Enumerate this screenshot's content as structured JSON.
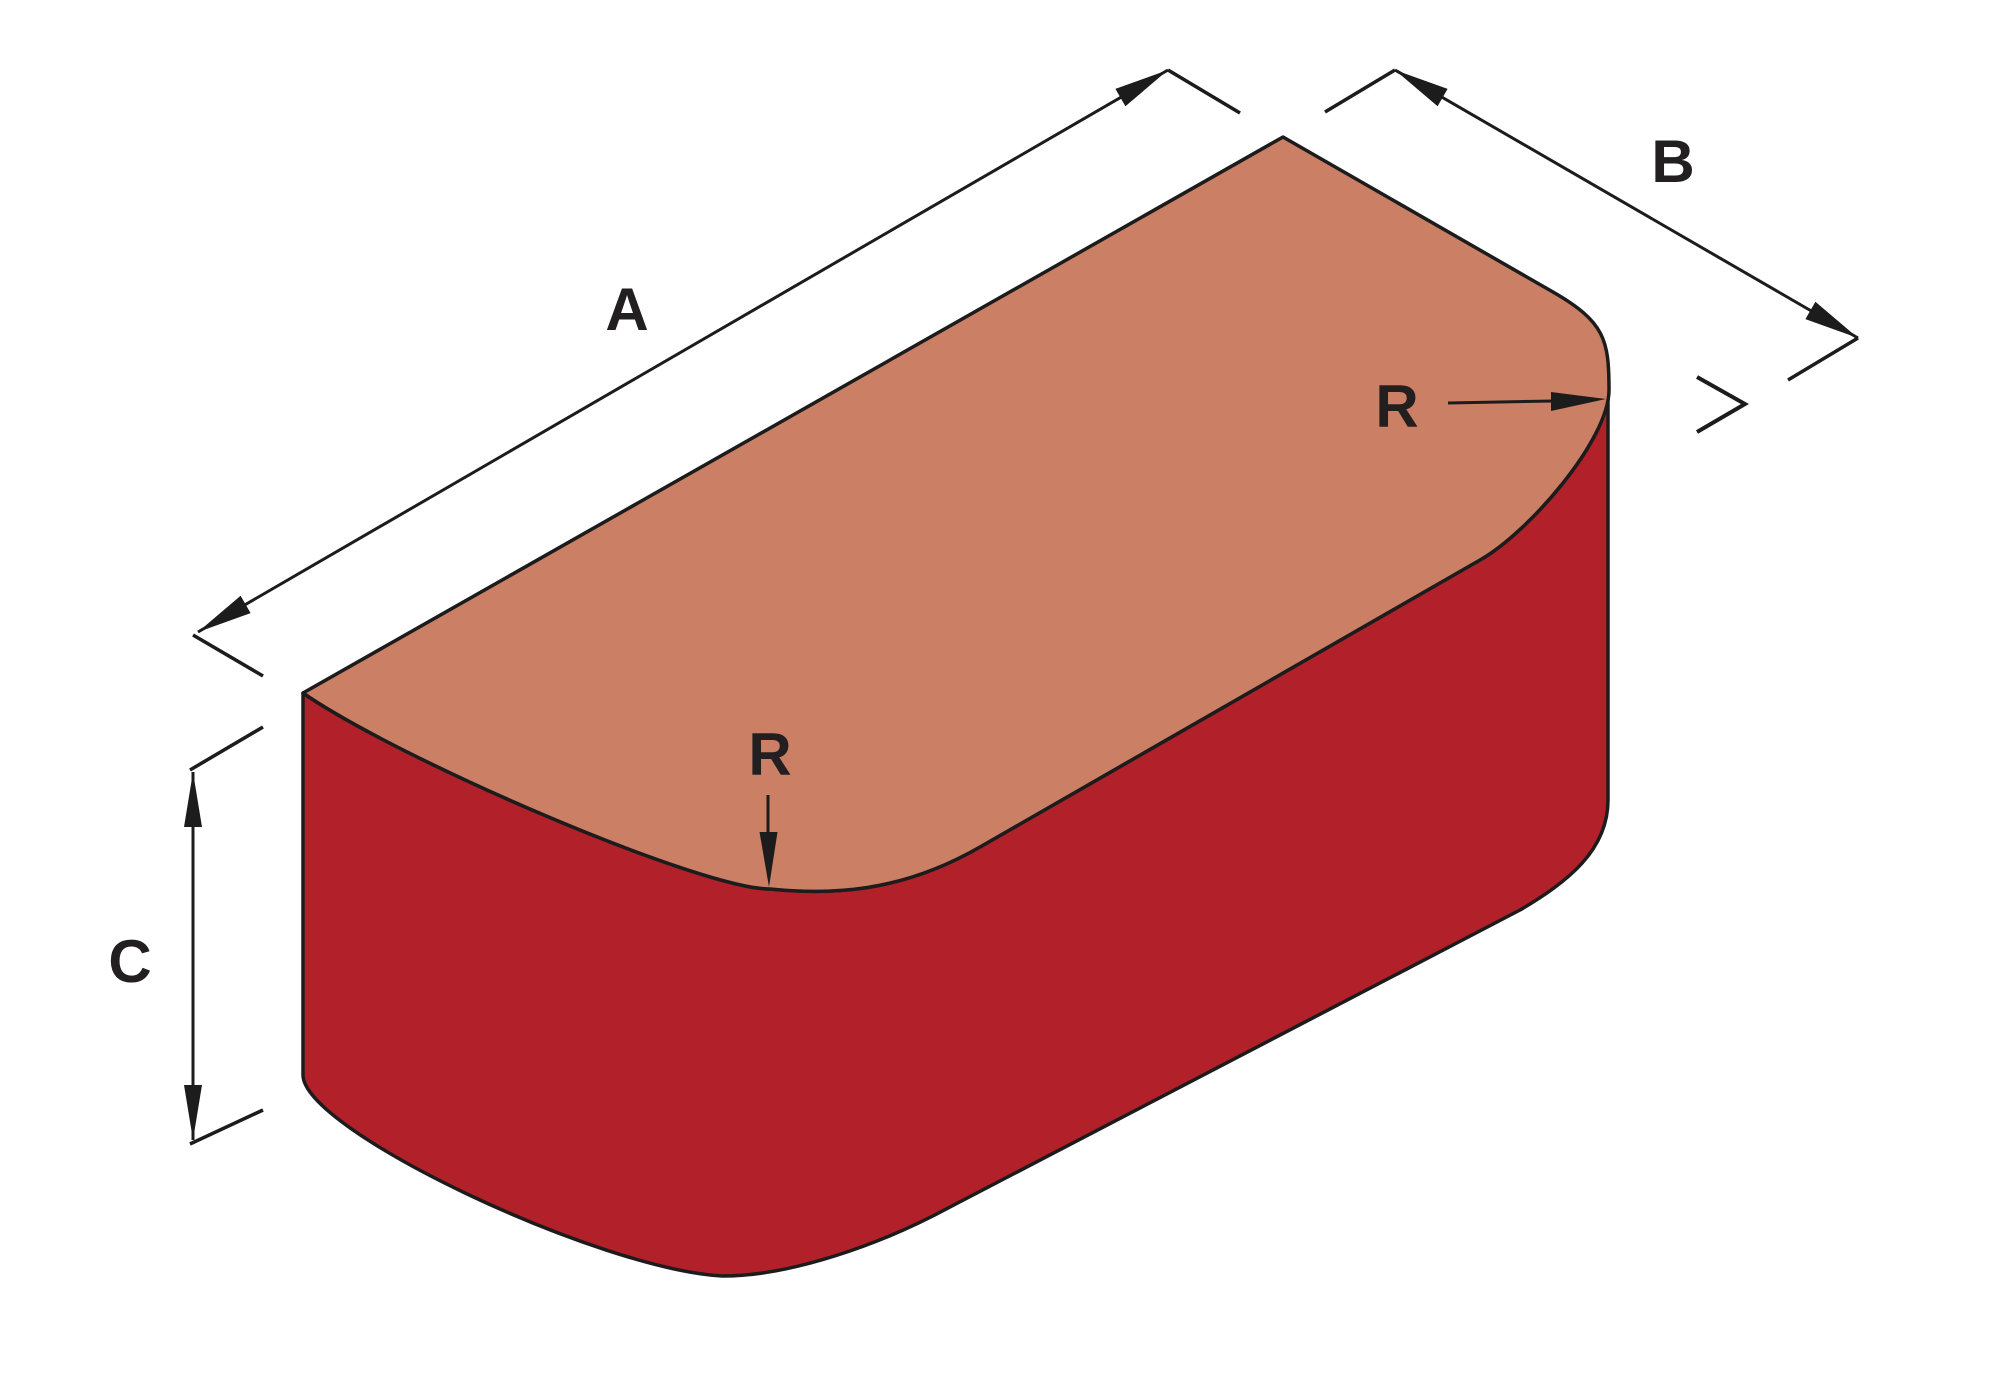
{
  "drawing": {
    "labels": {
      "length": "A",
      "width": "B",
      "height": "C",
      "radius_end": "R",
      "radius_front": "R"
    },
    "colors": {
      "top_face": "#CB8066",
      "body": "#B2212A",
      "line": "#1C1C1C",
      "label_text": "#231F20",
      "background": "#FFFFFF"
    }
  }
}
